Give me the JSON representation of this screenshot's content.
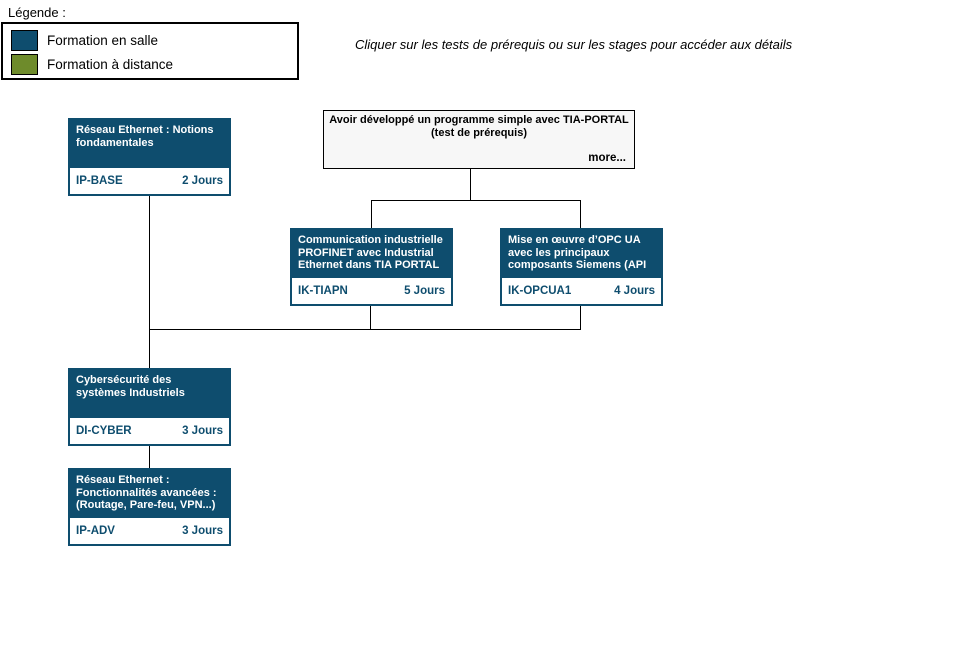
{
  "legend": {
    "title": "Légende :",
    "items": [
      {
        "label": "Formation en salle",
        "color": "#0e4d6e"
      },
      {
        "label": "Formation à distance",
        "color": "#6e8b2b"
      }
    ]
  },
  "instruction": "Cliquer sur les tests de prérequis ou sur les stages pour accéder aux détails",
  "prerequisite": {
    "line1": "Avoir développé un programme simple avec TIA-PORTAL",
    "line2": "(test de prérequis)",
    "more_label": "more..."
  },
  "courses": [
    {
      "title": "Réseau Ethernet : Notions fondamentales",
      "code": "IP-BASE",
      "duration": "2 Jours"
    },
    {
      "title": "Communication industrielle PROFINET avec Industrial Ethernet dans TIA PORTAL",
      "code": "IK-TIAPN",
      "duration": "5 Jours"
    },
    {
      "title": "Mise en œuvre d’OPC UA avec les principaux composants Siemens (API",
      "code": "IK-OPCUA1",
      "duration": "4 Jours"
    },
    {
      "title": "Cybersécurité des systèmes Industriels",
      "code": "DI-CYBER",
      "duration": "3 Jours"
    },
    {
      "title": "Réseau Ethernet : Fonctionnalités avancées : (Routage, Pare-feu, VPN...)",
      "code": "IP-ADV",
      "duration": "3 Jours"
    }
  ],
  "colors": {
    "classroom_training": "#0e4d6e",
    "distance_training": "#6e8b2b",
    "connector": "#000000",
    "prereq_background": "#f7f7f7"
  }
}
